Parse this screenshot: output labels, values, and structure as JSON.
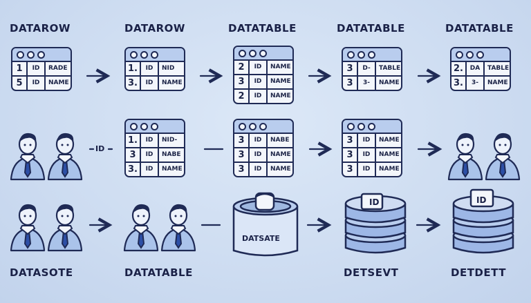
{
  "headers": [
    "DATAROW",
    "DATAROW",
    "DATATABLE",
    "DATATABLE",
    "DATATABLE"
  ],
  "footers": [
    "DATASOTE",
    "DATATABLE",
    "DETSEVT",
    "DETDETT"
  ],
  "row1_tables": [
    {
      "rows": [
        {
          "n": "1",
          "a": "ID",
          "b": "RADE"
        },
        {
          "n": "5",
          "a": "ID",
          "b": "NAME"
        }
      ]
    },
    {
      "rows": [
        {
          "n": "1.",
          "a": "ID",
          "b": "NID"
        },
        {
          "n": "3.",
          "a": "ID",
          "b": "NAME"
        }
      ]
    },
    {
      "rows": [
        {
          "n": "2",
          "a": "ID",
          "b": "NAME"
        },
        {
          "n": "3",
          "a": "ID",
          "b": "NAME"
        },
        {
          "n": "2",
          "a": "ID",
          "b": "NAME"
        }
      ]
    },
    {
      "rows": [
        {
          "n": "3",
          "a": "D-",
          "b": "TABLE"
        },
        {
          "n": "3",
          "a": "3-",
          "b": "NAME"
        }
      ]
    },
    {
      "rows": [
        {
          "n": "2.",
          "a": "DA",
          "b": "TABLE"
        },
        {
          "n": "3.",
          "a": "3-",
          "b": "NAME"
        }
      ]
    }
  ],
  "row2_tables": [
    {
      "rows": [
        {
          "n": "1.",
          "a": "ID",
          "b": "NID-"
        },
        {
          "n": "3",
          "a": "ID",
          "b": "NABE"
        },
        {
          "n": "3.",
          "a": "ID",
          "b": "NAME"
        }
      ]
    },
    {
      "rows": [
        {
          "n": "3",
          "a": "ID",
          "b": "NABE"
        },
        {
          "n": "3",
          "a": "ID",
          "b": "NAME"
        },
        {
          "n": "3",
          "a": "ID",
          "b": "NAME"
        }
      ]
    },
    {
      "rows": [
        {
          "n": "3",
          "a": "ID",
          "b": "NAME"
        },
        {
          "n": "3",
          "a": "ID",
          "b": "NAME"
        },
        {
          "n": "3",
          "a": "ID",
          "b": "NAME"
        }
      ]
    }
  ],
  "row2_connector_label": "ID",
  "db_labels": {
    "bucket": "DATSATE",
    "db1": "ID",
    "db2": "ID"
  },
  "colors": {
    "ink": "#1f2a55",
    "accent": "#b9cdee",
    "background": "#cddcf1",
    "person_shirt": "#aac3ea",
    "tie": "#2d4fa6"
  }
}
